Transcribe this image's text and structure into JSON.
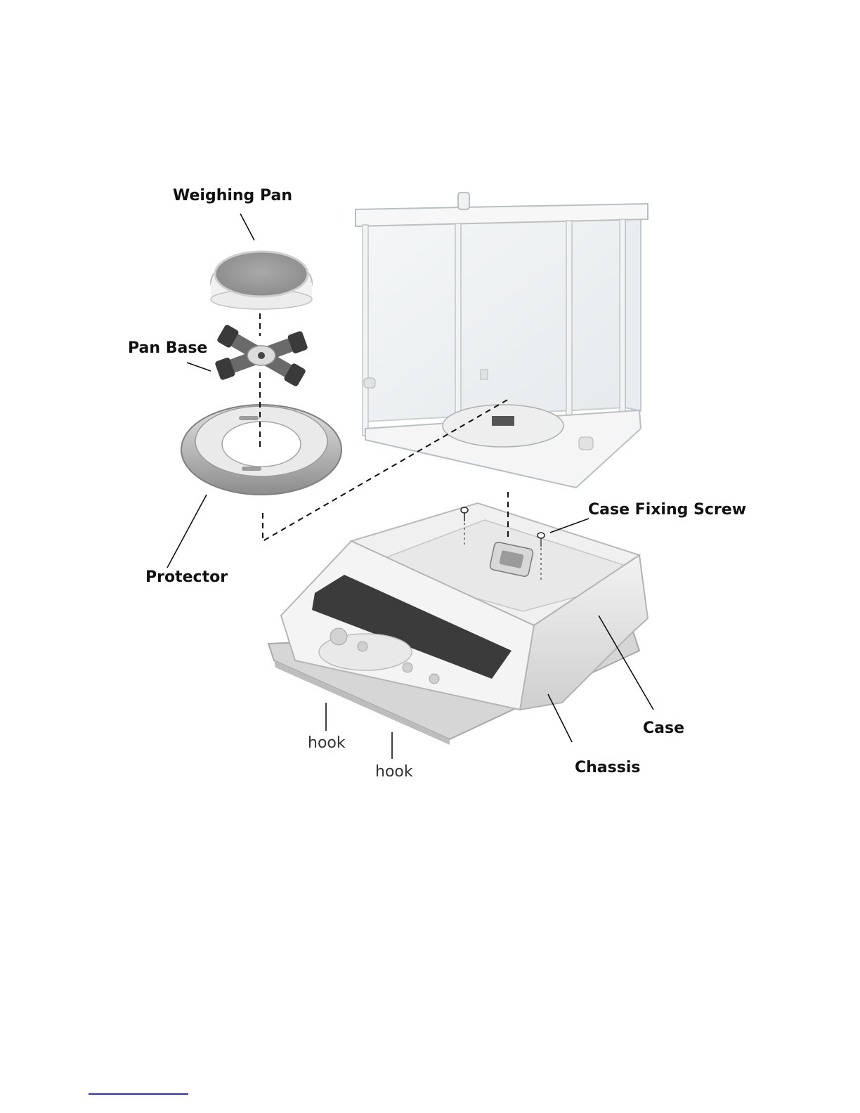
{
  "labels": {
    "weighing_pan": "Weighing Pan",
    "pan_base": "Pan Base",
    "protector": "Protector",
    "case_fixing_screw": "Case Fixing Screw",
    "case": "Case",
    "chassis": "Chassis",
    "hook_left": "hook",
    "hook_right": "hook"
  },
  "colors": {
    "footer_rule": "#2a2ad6"
  }
}
